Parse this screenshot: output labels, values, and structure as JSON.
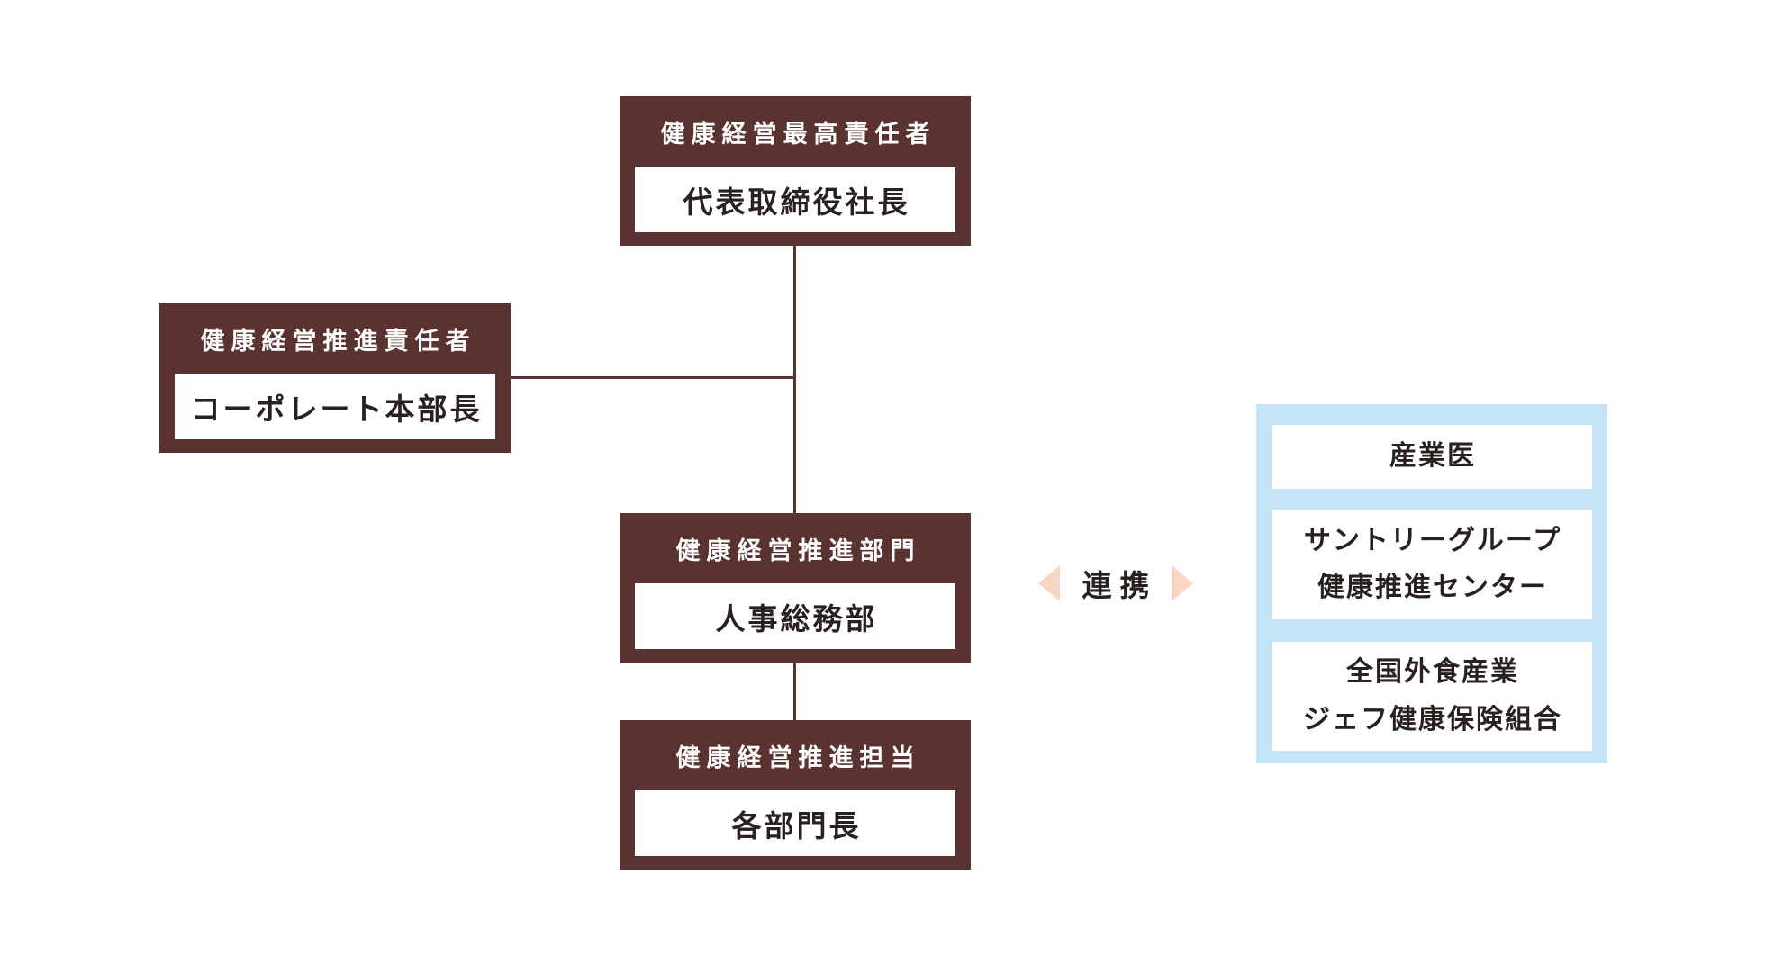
{
  "colors": {
    "box_bg": "#5a3331",
    "box_text": "#ffffff",
    "inner_bg": "#ffffff",
    "inner_text": "#292120",
    "panel_bg": "#c5e3f6",
    "arrow": "#f8d6c5",
    "page_bg": "#ffffff"
  },
  "nodes": {
    "top": {
      "role": "健康経営最高責任者",
      "title": "代表取締役社長"
    },
    "left": {
      "role": "健康経営推進責任者",
      "title": "コーポレート本部長"
    },
    "middle": {
      "role": "健康経営推進部門",
      "title": "人事総務部"
    },
    "bottom": {
      "role": "健康経営推進担当",
      "title": "各部門長"
    }
  },
  "collaboration": {
    "label": "連携",
    "partners": [
      {
        "lines": [
          "産業医"
        ]
      },
      {
        "lines": [
          "サントリーグループ",
          "健康推進センター"
        ]
      },
      {
        "lines": [
          "全国外食産業",
          "ジェフ健康保険組合"
        ]
      }
    ]
  }
}
